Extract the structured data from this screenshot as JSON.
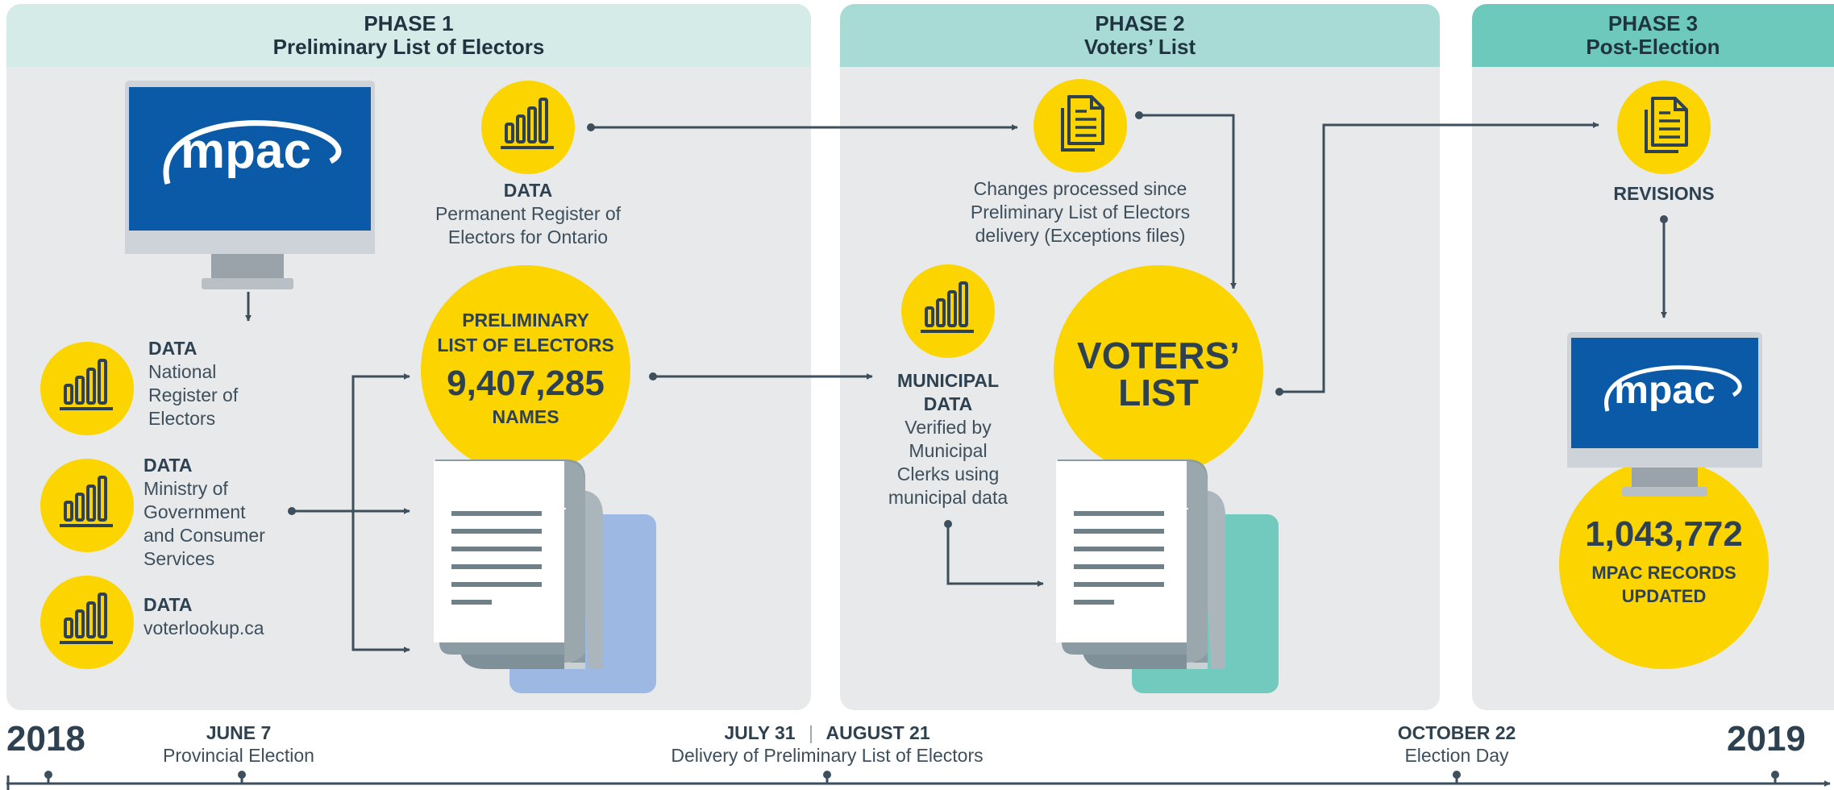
{
  "phase1": {
    "label": "PHASE 1",
    "title": "Preliminary List of Electors"
  },
  "phase2": {
    "label": "PHASE 2",
    "title": "Voters’ List"
  },
  "phase3": {
    "label": "PHASE 3",
    "title": "Post-Election"
  },
  "logo_text": "mpac",
  "data_prer": {
    "heading": "DATA",
    "line1": "Permanent Register of",
    "line2": "Electors for Ontario"
  },
  "source_nre": {
    "heading": "DATA",
    "lines": [
      "National",
      "Register of",
      "Electors"
    ]
  },
  "source_mgcs": {
    "heading": "DATA",
    "lines": [
      "Ministry of",
      "Government",
      "and Consumer",
      "Services"
    ]
  },
  "source_voterlookup": {
    "heading": "DATA",
    "line1": "voterlookup.ca"
  },
  "preliminary": {
    "line1": "PRELIMINARY",
    "line2": "LIST OF ELECTORS",
    "count": "9,407,285",
    "unit": "NAMES"
  },
  "changes": {
    "lines": [
      "Changes processed since",
      "Preliminary List of Electors",
      "delivery (Exceptions files)"
    ]
  },
  "municipal": {
    "heading1": "MUNICIPAL",
    "heading2": "DATA",
    "lines": [
      "Verified by",
      "Municipal",
      "Clerks using",
      "municipal data"
    ]
  },
  "voters_list": {
    "line1": "VOTERS’",
    "line2": "LIST"
  },
  "revisions": {
    "label": "REVISIONS"
  },
  "records": {
    "count": "1,043,772",
    "line1": "MPAC RECORDS",
    "line2": "UPDATED"
  },
  "timeline": {
    "year_start": "2018",
    "year_end": "2019",
    "june": {
      "date": "JUNE 7",
      "label": "Provincial Election"
    },
    "delivery": {
      "date1": "JULY 31",
      "separator": "|",
      "date2": "AUGUST 21",
      "label": "Delivery of Preliminary List of Electors"
    },
    "october": {
      "date": "OCTOBER 22",
      "label": "Election Day"
    }
  },
  "colors": {
    "yellow": "#fcd500",
    "panel": "#e8e9ea",
    "phase1_head": "#d4ebe8",
    "phase2_head": "#a8dbd5",
    "phase3_head": "#6ec9bd",
    "navy": "#2d4150",
    "mpac_blue": "#0a5aa8",
    "blue_doc": "#9db8e2",
    "teal_doc": "#72cabe"
  },
  "icons": [
    "mpac-monitor-icon",
    "bar-chart-icon",
    "document-icon",
    "paper-stack-icon"
  ]
}
